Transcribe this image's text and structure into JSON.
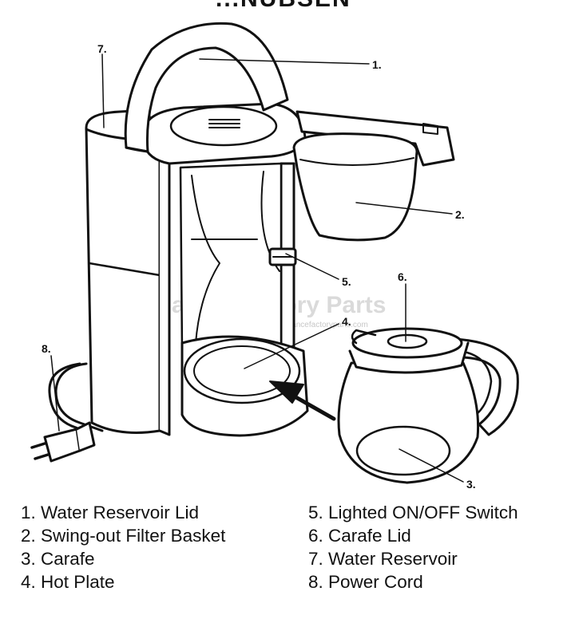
{
  "header": {
    "partial_title": "...NUBSEN"
  },
  "watermark": {
    "text": "Appliance Factory Parts",
    "url": "© http://www.appliancefactoryparts.com"
  },
  "callouts": [
    "1.",
    "2.",
    "3.",
    "4.",
    "5.",
    "6.",
    "7.",
    "8."
  ],
  "legend": {
    "left": [
      "1. Water Reservoir Lid",
      "2. Swing-out Filter Basket",
      "3. Carafe",
      "4. Hot Plate"
    ],
    "right": [
      "5. Lighted ON/OFF Switch",
      "6. Carafe Lid",
      "7. Water Reservoir",
      "8. Power Cord"
    ]
  }
}
